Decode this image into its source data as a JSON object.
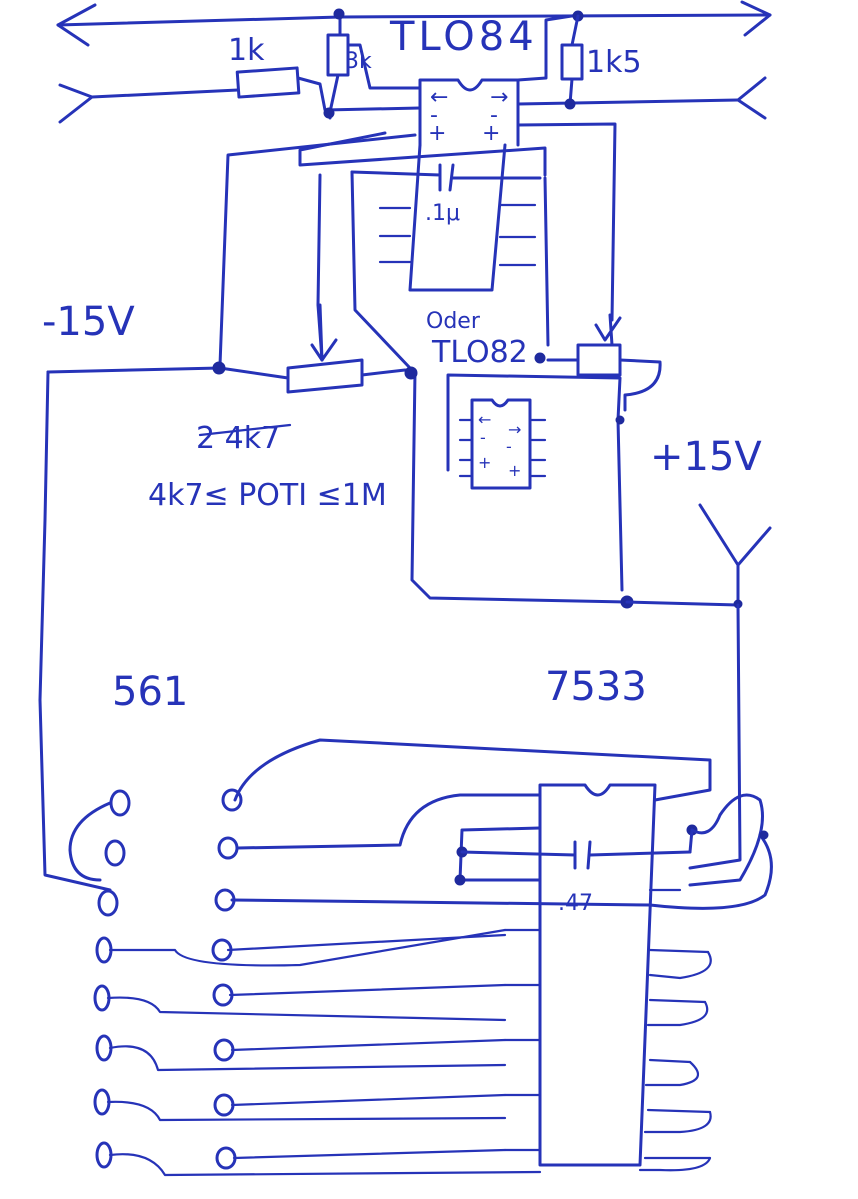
{
  "labels": {
    "opamp_top": "TLO84",
    "r1": "1k",
    "r2": "3k",
    "r3": "1k5",
    "cap_top": ".1μ",
    "oder": "Oder",
    "opamp_alt": "TLO82",
    "minus_supply": "-15V",
    "plus_supply": "+15V",
    "poti_old": "2 4k7",
    "poti_range": "4k7≤ POTI ≤1M",
    "ic_561": "561",
    "ic_7533": "7533",
    "cap_bottom": ".47"
  },
  "pins": {
    "ic_top_top": [
      "←",
      "→"
    ],
    "ic_top_signs": [
      "-",
      "-",
      "+",
      "+"
    ],
    "ic_small_signs": [
      "←",
      "→",
      "-",
      "-",
      "+",
      "+"
    ]
  },
  "colors": {
    "ink": "#2633b8",
    "paper": "#ffffff"
  }
}
